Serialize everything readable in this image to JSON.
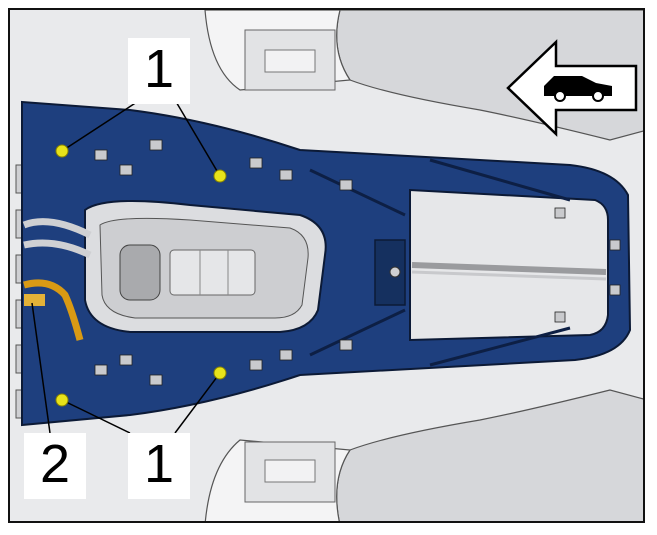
{
  "callouts": {
    "top_label": "1",
    "bottom_label_1": "1",
    "bottom_label_2": "2"
  },
  "icons": {
    "direction_arrow": "arrow-left-with-car-icon",
    "fastener": "screw-marker-icon"
  },
  "colors": {
    "console_frame": "#1e3f7e",
    "screw_marker": "#e8e31a",
    "wire_harness": "#d99a14",
    "background": "#e9eaec",
    "outline": "#111111"
  }
}
